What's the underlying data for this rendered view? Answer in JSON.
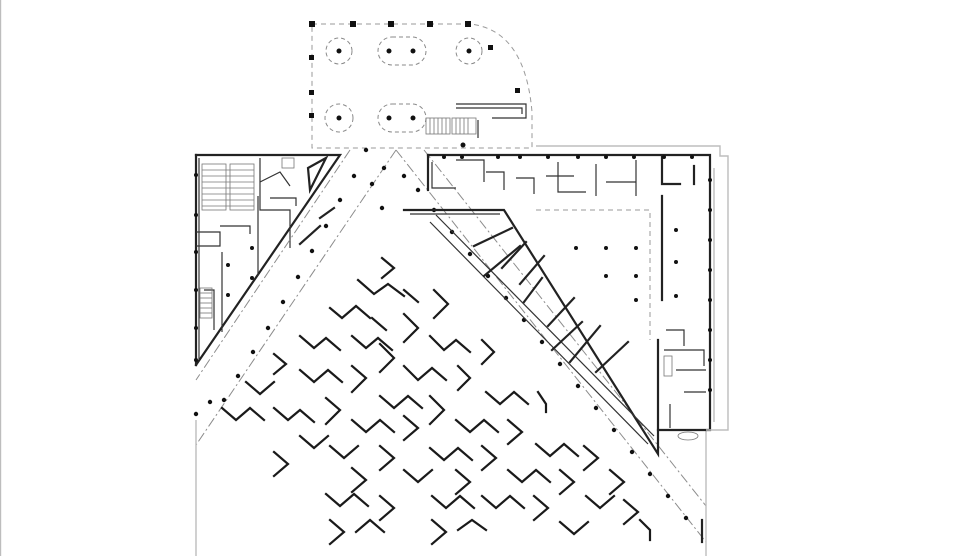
{
  "drawing": {
    "type": "architectural-floor-plan",
    "colors": {
      "background": "#ffffff",
      "wall": "#222222",
      "light_wall": "#bdbdbd",
      "dashed": "#9a9a9a",
      "column": "#111111"
    },
    "components": [
      "entrance-canopy",
      "west-wing",
      "east-wing",
      "central-plaza-maze",
      "diagonal-colonnades",
      "auditorium-seating",
      "stairs"
    ]
  }
}
